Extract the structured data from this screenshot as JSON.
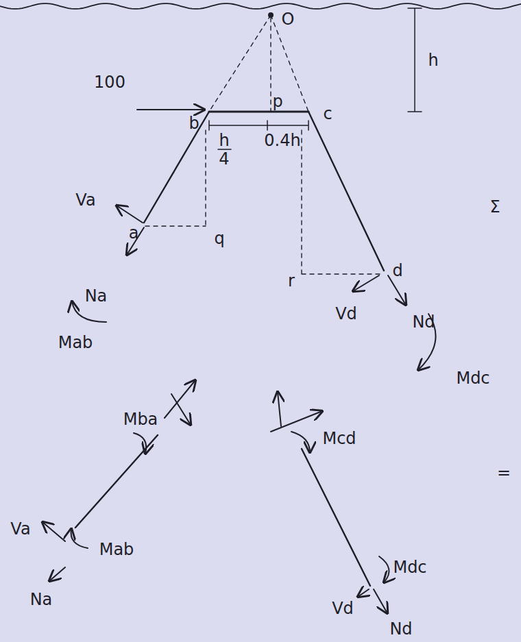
{
  "diagram": {
    "labels": [
      "O",
      "h",
      "100",
      "b",
      "p",
      "c",
      "h",
      "4",
      "0.4h",
      "Va",
      "a",
      "q",
      "Na",
      "Mab",
      "r",
      "d",
      "Vd",
      "Nd",
      "Mdc",
      "Mba",
      "Mcd",
      "Va",
      "Mab",
      "Na",
      "Mdc",
      "Vd",
      "Nd",
      "Σ",
      "="
    ]
  }
}
